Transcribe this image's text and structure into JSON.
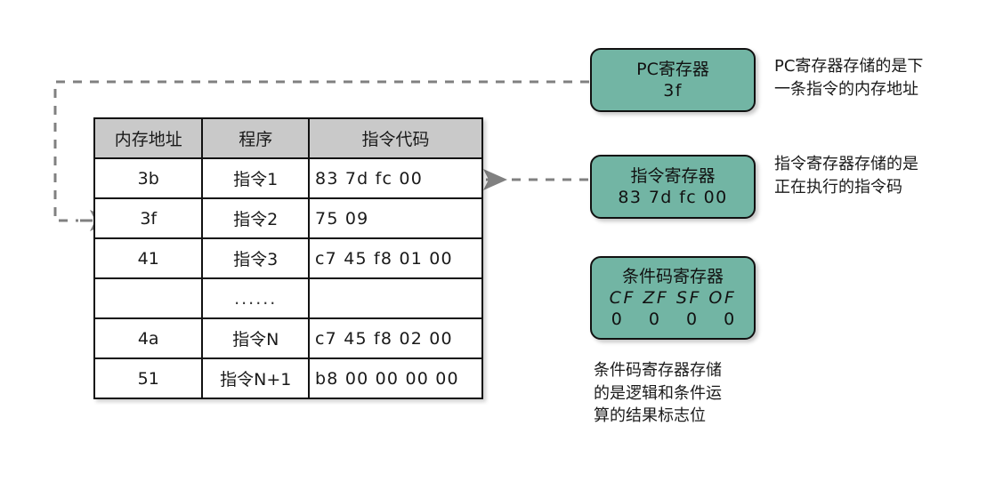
{
  "diagram": {
    "title": "CPU registers and program memory diagram",
    "colors": {
      "register_fill": "#72b5a4",
      "table_header_fill": "#c9c9c9",
      "stroke": "#111111",
      "connector": "#808080"
    }
  },
  "memory_table": {
    "headers": [
      "内存地址",
      "程序",
      "指令代码"
    ],
    "rows": [
      {
        "address": "3b",
        "program": "指令1",
        "code": "83  7d  fc  00"
      },
      {
        "address": "3f",
        "program": "指令2",
        "code": "75  09"
      },
      {
        "address": "41",
        "program": "指令3",
        "code": "c7  45  f8  01  00"
      },
      {
        "address": "",
        "program": "......",
        "code": ""
      },
      {
        "address": "4a",
        "program": "指令N",
        "code": "c7  45  f8  02  00"
      },
      {
        "address": "51",
        "program": "指令N+1",
        "code": "b8  00  00  00  00"
      }
    ]
  },
  "registers": {
    "pc": {
      "title": "PC寄存器",
      "value": "3f"
    },
    "ir": {
      "title": "指令寄存器",
      "value": "83  7d  fc  00"
    },
    "cc": {
      "title": "条件码寄存器",
      "flags": "CF  ZF  SF  OF",
      "flag_values": "0 0 0 0"
    }
  },
  "notes": {
    "pc": "PC寄存器存储的是下\n一条指令的内存地址",
    "ir": "指令寄存器存储的是\n正在执行的指令码",
    "cc": "条件码寄存器存储\n的是逻辑和条件运\n算的结果标志位"
  }
}
